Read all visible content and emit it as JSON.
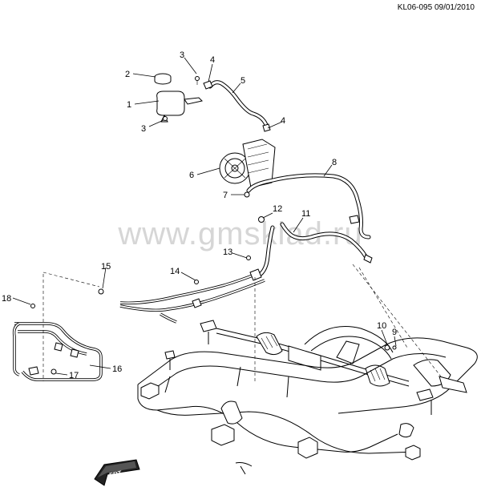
{
  "header": {
    "code": "KL06-095 09/01/2010"
  },
  "watermark": "www.gmsklad.ru",
  "callouts": [
    {
      "id": "c1",
      "label": "1"
    },
    {
      "id": "c2",
      "label": "2"
    },
    {
      "id": "c3a",
      "label": "3"
    },
    {
      "id": "c3b",
      "label": "3"
    },
    {
      "id": "c4a",
      "label": "4"
    },
    {
      "id": "c4b",
      "label": "4"
    },
    {
      "id": "c5",
      "label": "5"
    },
    {
      "id": "c6",
      "label": "6"
    },
    {
      "id": "c7",
      "label": "7"
    },
    {
      "id": "c8",
      "label": "8"
    },
    {
      "id": "c9",
      "label": "9"
    },
    {
      "id": "c10",
      "label": "10"
    },
    {
      "id": "c11",
      "label": "11"
    },
    {
      "id": "c12",
      "label": "12"
    },
    {
      "id": "c13",
      "label": "13"
    },
    {
      "id": "c14",
      "label": "14"
    },
    {
      "id": "c15",
      "label": "15"
    },
    {
      "id": "c16",
      "label": "16"
    },
    {
      "id": "c17",
      "label": "17"
    },
    {
      "id": "c18",
      "label": "18"
    }
  ],
  "front_arrow": {
    "text": "FRT"
  }
}
